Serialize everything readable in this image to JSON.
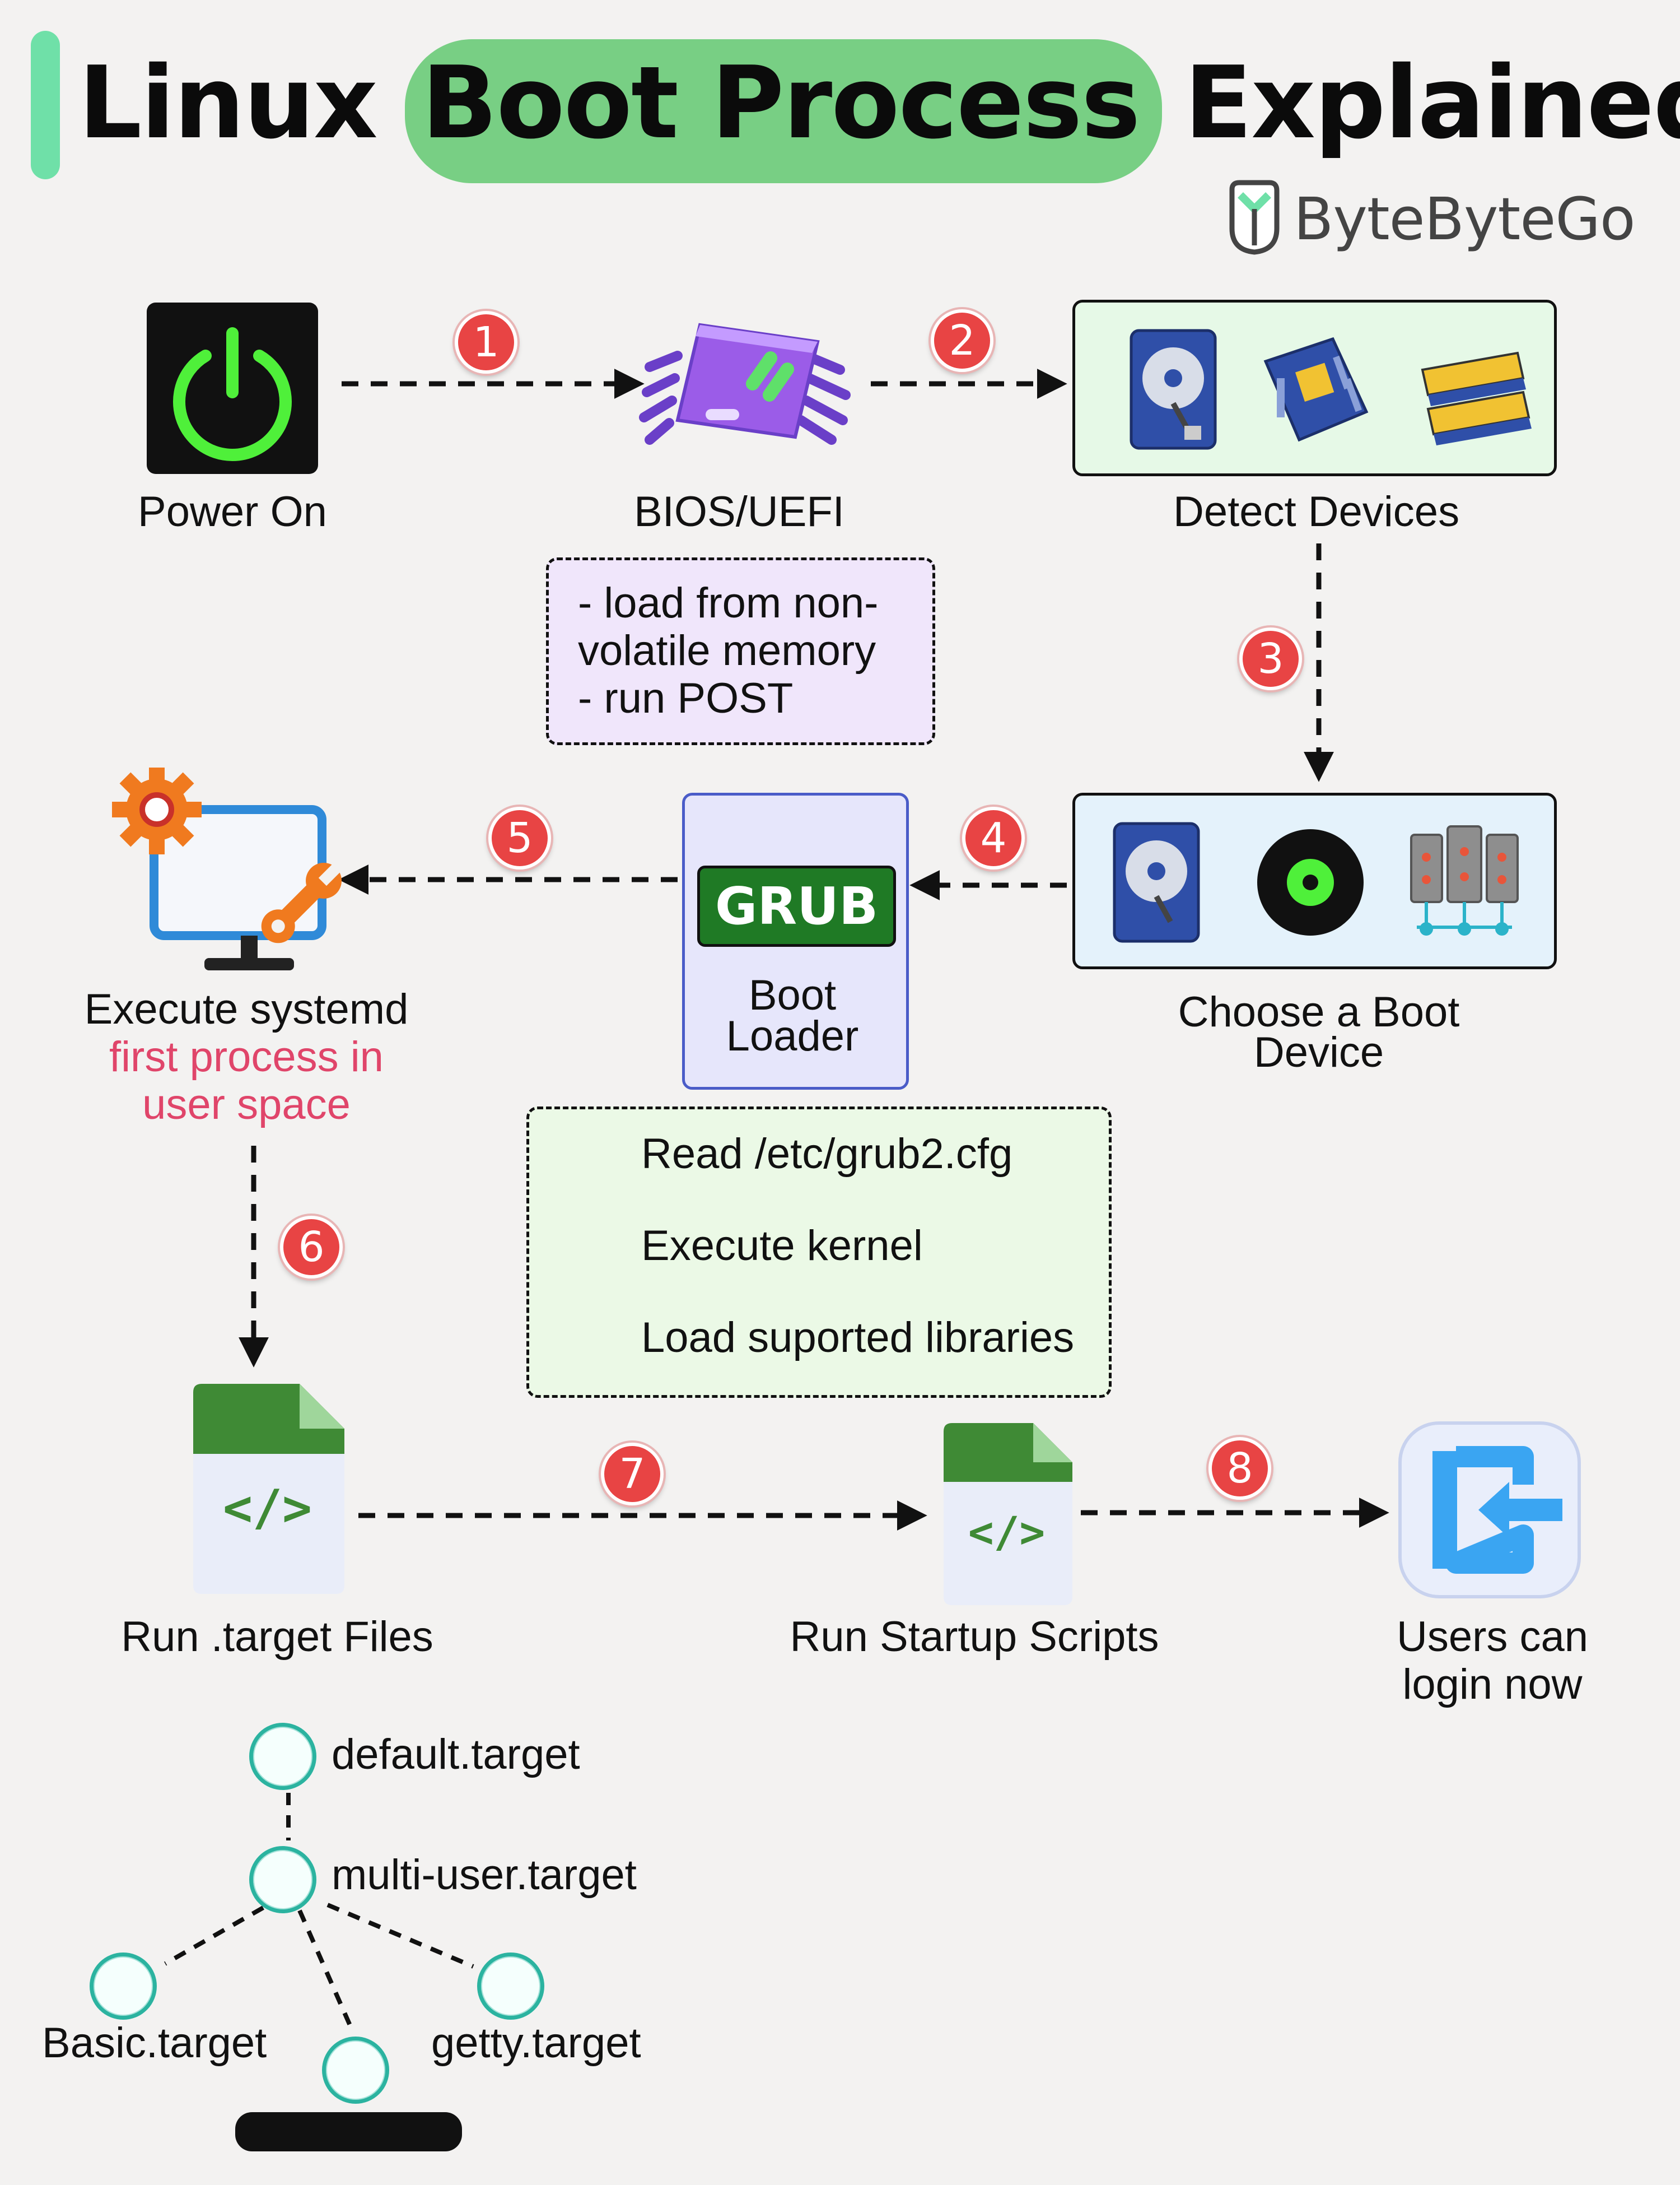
{
  "title": {
    "pre": "Linux",
    "highlight": "Boot Process",
    "post": "Explained"
  },
  "brand": "ByteByteGo",
  "steps": {
    "power_on": "Power On",
    "bios": "BIOS/UEFI",
    "detect": "Detect Devices",
    "choose_line1": "Choose a Boot",
    "choose_line2": "Device",
    "grub": "GRUB",
    "boot_line1": "Boot",
    "boot_line2": "Loader",
    "systemd": "Execute systemd",
    "systemd_sub1": "first process in",
    "systemd_sub2": "user space",
    "target_files": "Run .target Files",
    "startup": "Run Startup Scripts",
    "users_line1": "Users can",
    "users_line2": "login now"
  },
  "bios_notes": [
    "- load from non-",
    "volatile memory",
    "- run POST"
  ],
  "grub_notes": [
    "Read /etc/grub2.cfg",
    "Execute kernel",
    "Load suported libraries"
  ],
  "code_glyph": "</>",
  "badges": [
    "1",
    "2",
    "3",
    "4",
    "5",
    "6",
    "7",
    "8"
  ],
  "targets": {
    "default": "default.target",
    "multi_user": "multi-user.target",
    "basic": "Basic.target",
    "getty": "getty.target"
  },
  "colors": {
    "accent": "#6fe0a8",
    "highlight": "#78cf84",
    "badge": "#e84444",
    "subtext": "#e0456a",
    "grub": "#1f7a25"
  }
}
